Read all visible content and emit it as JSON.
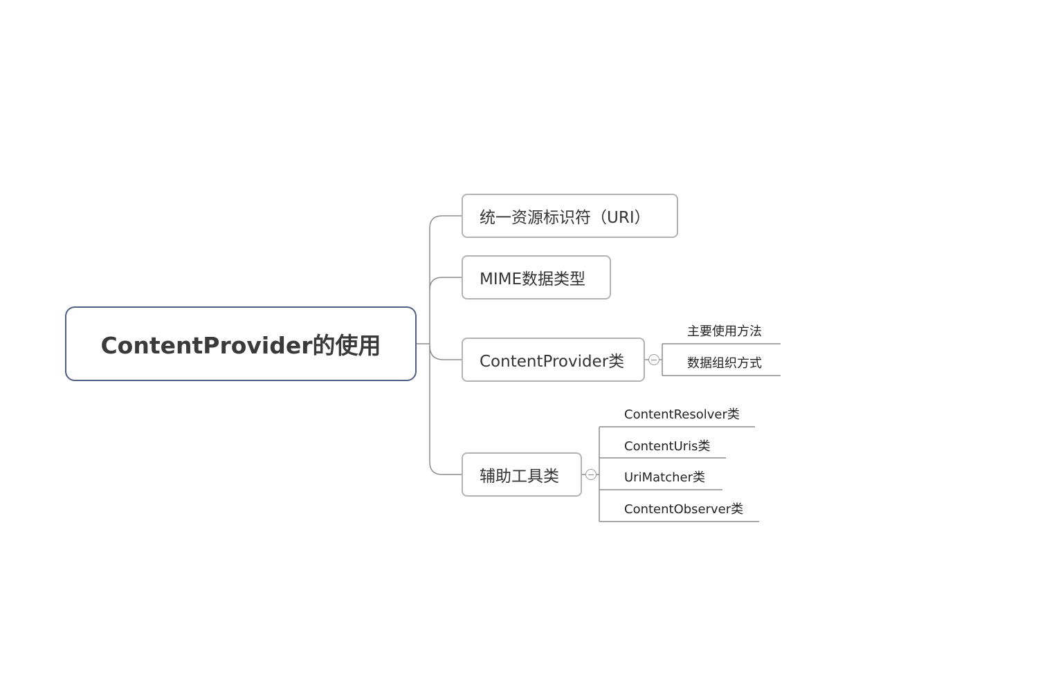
{
  "root": {
    "label": "ContentProvider的使用"
  },
  "topics": [
    {
      "label": "统一资源标识符（URI）"
    },
    {
      "label": "MIME数据类型"
    },
    {
      "label": "ContentProvider类",
      "children": [
        {
          "label": "主要使用方法"
        },
        {
          "label": "数据组织方式"
        }
      ]
    },
    {
      "label": "辅助工具类",
      "children": [
        {
          "label": "ContentResolver类"
        },
        {
          "label": "ContentUris类"
        },
        {
          "label": "UriMatcher类"
        },
        {
          "label": "ContentObserver类"
        }
      ]
    }
  ],
  "colors": {
    "root_border": "#4f5f82",
    "topic_border": "#b3b3b3",
    "connector": "#8c8c8c"
  }
}
